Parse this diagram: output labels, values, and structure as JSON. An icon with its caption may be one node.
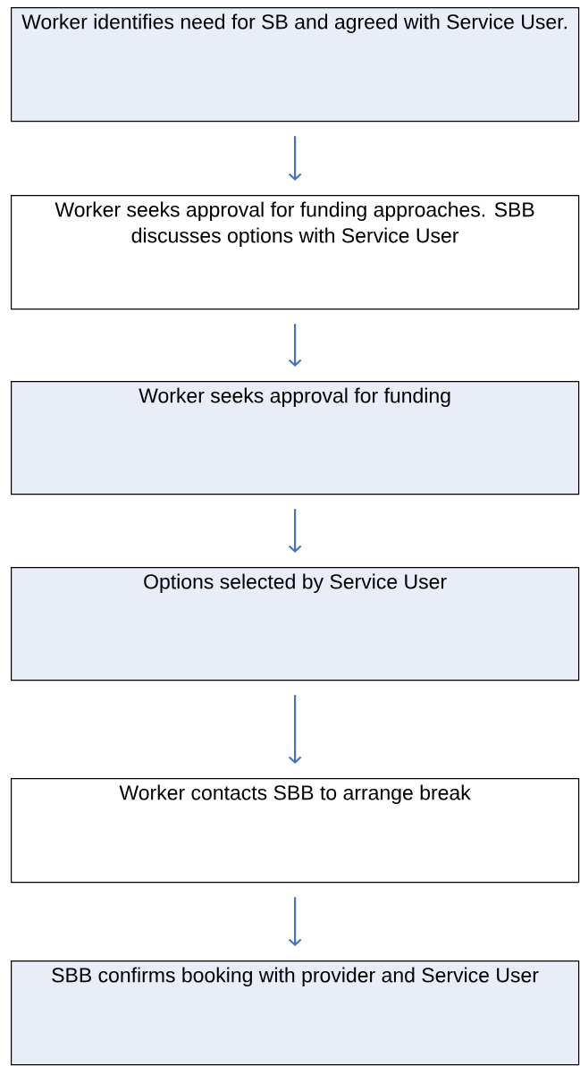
{
  "diagram": {
    "nodes": [
      {
        "text": [
          "Worker identifies need for SB and agreed with Service User."
        ]
      },
      {
        "text": [
          "Worker seeks approval for funding approaches. SBB discusses options with Service User"
        ]
      },
      {
        "text": [
          "Worker seeks approval for funding"
        ]
      },
      {
        "text": [
          "Options selected by Service User"
        ]
      },
      {
        "text": [
          "Worker contacts SBB to arrange break"
        ]
      },
      {
        "text": [
          "SBB confirms booking with provider and Service User"
        ]
      }
    ],
    "edges": [
      {
        "from": 0,
        "to": 1,
        "arrow": "to"
      },
      {
        "from": 1,
        "to": 2,
        "arrow": "to"
      },
      {
        "from": 2,
        "to": 3,
        "arrow": "to"
      },
      {
        "from": 3,
        "to": 4,
        "arrow": "to"
      },
      {
        "from": 4,
        "to": 5,
        "arrow": "to"
      }
    ]
  }
}
